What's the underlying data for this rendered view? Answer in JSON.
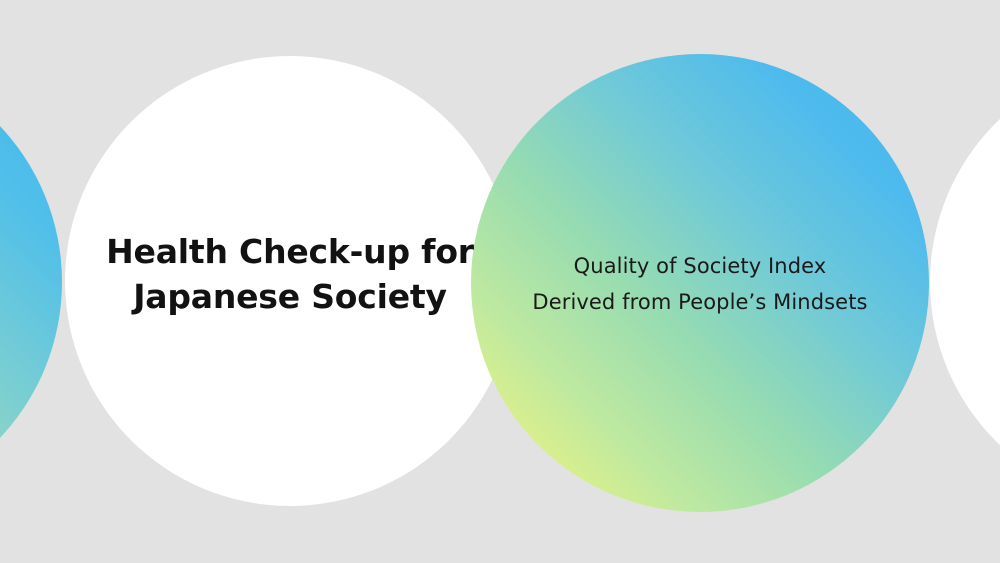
{
  "slide": {
    "background_color": "#e2e2e2",
    "title": {
      "line1": "Health Check-up for",
      "line2": "Japanese Society"
    },
    "subtitle": {
      "line1": "Quality of Society Index",
      "line2": "Derived from People’s Mindsets"
    },
    "shapes": {
      "circle_left_partial": {
        "fill": "gradient",
        "gradient_from": "#3fb5f2",
        "gradient_to": "#f0f57c"
      },
      "circle_white_title": {
        "fill": "#ffffff"
      },
      "circle_gradient_subtitle": {
        "fill": "gradient",
        "gradient_from": "#4db8f0",
        "gradient_to": "#f5f57a"
      },
      "circle_right_partial": {
        "fill": "#ffffff"
      }
    },
    "text_color": "#121212",
    "subtitle_color": "#1a1a1a"
  }
}
